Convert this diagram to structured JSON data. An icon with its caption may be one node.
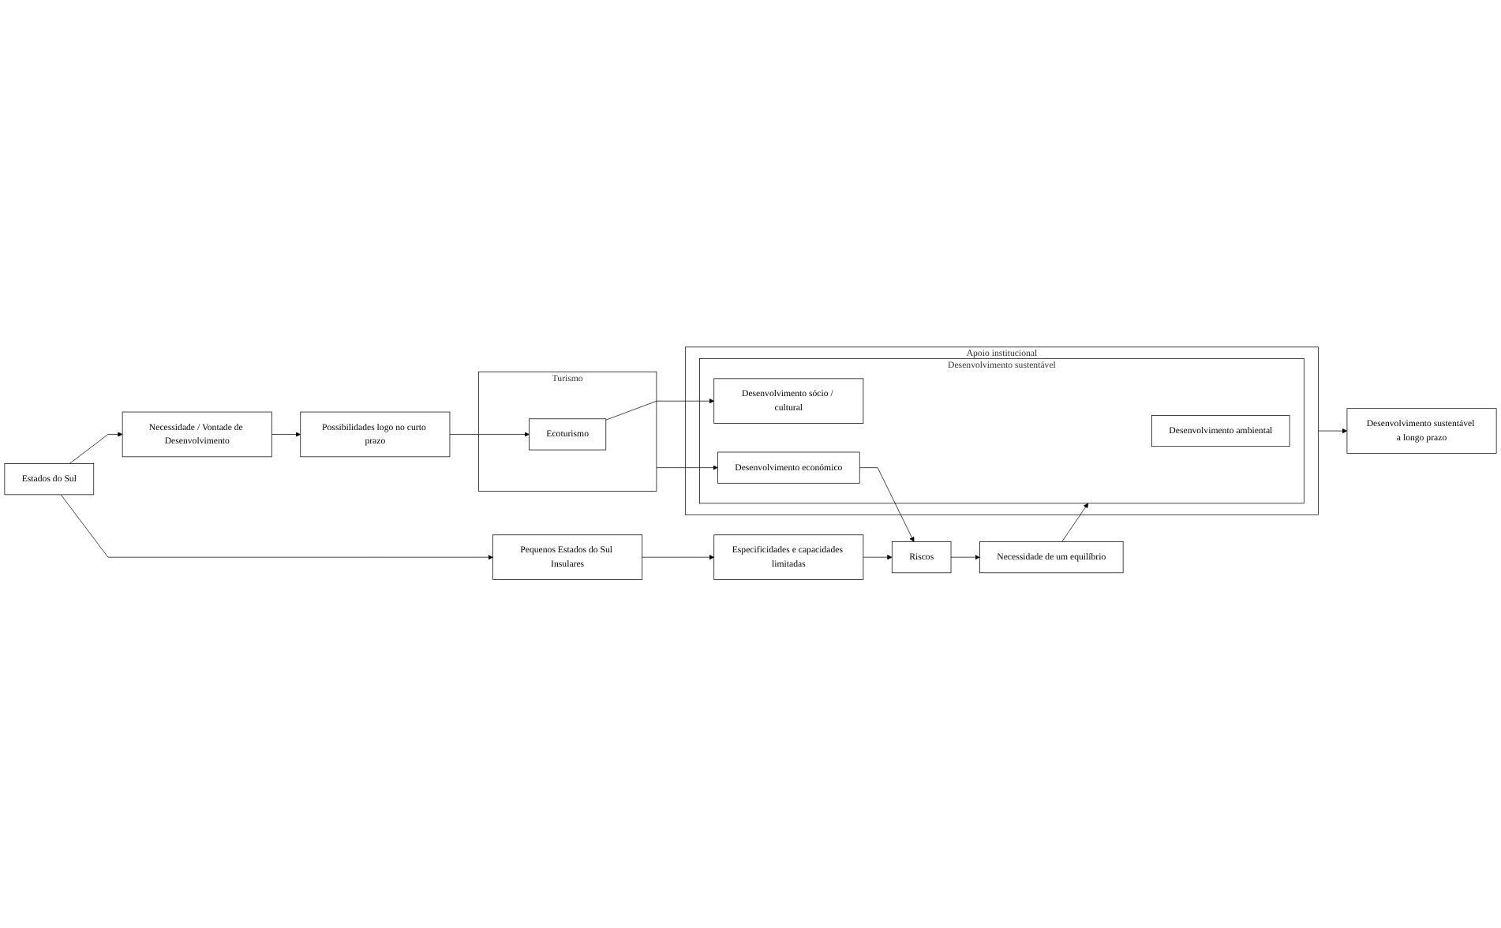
{
  "diagram": {
    "nodes": [
      {
        "text": [
          "Estados do Sul"
        ]
      },
      {
        "text": [
          "Pequenos Estados do Sul Insulares"
        ]
      },
      {
        "text": [
          "Especificidades e capacidades limitadas"
        ]
      },
      {
        "text": [
          "Riscos"
        ]
      },
      {
        "text": [
          "Necessidade / Vontade de Desenvolvimento"
        ]
      },
      {
        "text": [
          "Turismo"
        ]
      },
      {
        "text": [
          "Ecoturismo"
        ],
        "in": 5
      },
      {
        "text": [
          "Apoio institucional"
        ]
      },
      {
        "text": [
          "Desenvolvimento sustentável"
        ],
        "in": 7
      },
      {
        "text": [
          "Desenvolvimento económico"
        ],
        "in": 8
      },
      {
        "text": [
          "Desenvolvimento sócio / cultural"
        ],
        "in": 8
      },
      {
        "text": [
          "Desenvolvimento ambiental"
        ],
        "in": 8
      },
      {
        "text": [
          "Necessidade de um equilíbrio"
        ]
      },
      {
        "text": [
          "Possibilidades logo no curto prazo"
        ]
      },
      {
        "text": [
          "Desenvolvimento sustentável a longo prazo"
        ]
      }
    ],
    "edges": [
      {
        "from": 0,
        "to": 1,
        "arrow": "to"
      },
      {
        "from": 1,
        "to": 2,
        "arrow": "to"
      },
      {
        "from": 2,
        "to": 3,
        "arrow": "to"
      },
      {
        "from": 9,
        "to": 3,
        "arrow": "to"
      },
      {
        "from": 0,
        "to": 4,
        "arrow": "to"
      },
      {
        "from": 4,
        "to": 13,
        "arrow": "to"
      },
      {
        "from": 3,
        "to": 12,
        "arrow": "to"
      },
      {
        "from": 12,
        "to": 8,
        "arrow": "to"
      },
      {
        "from": 5,
        "to": 9,
        "arrow": "to"
      },
      {
        "from": 13,
        "to": 6,
        "arrow": "to"
      },
      {
        "from": 6,
        "to": 10,
        "arrow": "to"
      },
      {
        "from": 7,
        "to": 14,
        "arrow": "to"
      }
    ]
  }
}
